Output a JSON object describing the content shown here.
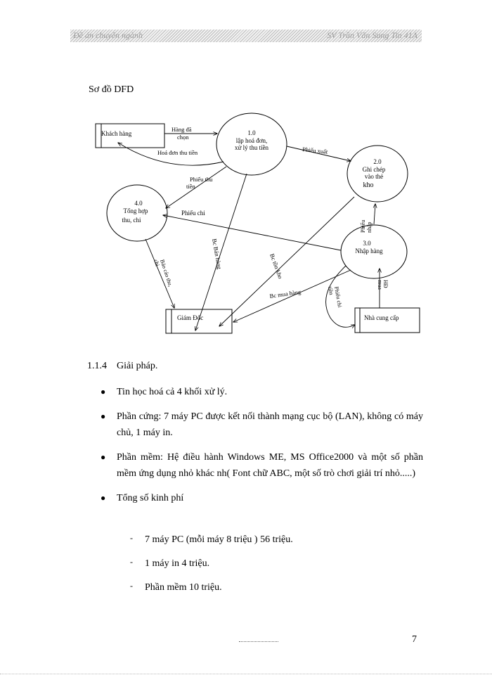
{
  "header": {
    "left": "Đề án chuyên ngành",
    "right": "SV Trần Văn Sung Tin 41A"
  },
  "section_label": "Sơ đồ DFD",
  "diagram": {
    "entities": {
      "khach_hang": "Khách hàng",
      "giam_doc": "Giám Đốc",
      "nha_cung_cap": "Nhà cung cấp"
    },
    "processes": {
      "p1": {
        "num": "1.0",
        "line1": "lập hoá đơn,",
        "line2": "xử lý thu tiền"
      },
      "p2": {
        "num": "2.0",
        "line1": "Ghi chép",
        "line2": "vào thẻ",
        "line3": "kho"
      },
      "p3": {
        "num": "3.0",
        "line1": "Nhập hàng"
      },
      "p4": {
        "num": "4.0",
        "line1": "Tổng hợp",
        "line2": "thu, chi"
      }
    },
    "flows": {
      "hang_da_chon_1": "Hàng đã",
      "hang_da_chon_2": "chọn",
      "hoa_don_thu_tien": "Hoá đơn thu tiền",
      "phieu_xuat": "Phiếu xuất",
      "phieu_thu_1": "Phiếu thu",
      "phieu_thu_2": "tiền",
      "phieu_chi": "Phiếu chi",
      "phieu_nhap_1": "Phiếu",
      "phieu_nhap_2": "nhập",
      "bao_cao_1": "Báo cáo thu,",
      "bao_cao_2": "chi",
      "bc_ban_hang": "Bc Bán hàng",
      "bc_ton_kho": "Bc tồn kho",
      "bc_mua_hang": "Bc mua hàng",
      "phieu_chi_tien_1": "Phiếu chi",
      "phieu_chi_tien_2": "tiền",
      "hd_mua_1": "HĐ",
      "hd_mua_2": "mua"
    }
  },
  "solution": {
    "number": "1.1.4",
    "title": "Giải pháp.",
    "bullets": [
      "Tin học hoá cả 4 khối xử lý.",
      "Phần cứng: 7 máy PC được kết nối thành mạng cục bộ (LAN), không có máy chủ, 1 máy in.",
      "Phần mềm: Hệ điều hành Windows ME, MS Office2000 và một số phần mềm ứng dụng nhỏ khác nh( Font chữ ABC, một số trò chơi giải trí nhỏ.....)",
      "Tổng số kinh phí"
    ],
    "sub_items": [
      "7 máy PC (mỗi máy 8 triệu ) 56 triệu.",
      "1 máy in 4 triệu.",
      "Phần mềm 10 triệu."
    ]
  },
  "page_number": "7"
}
